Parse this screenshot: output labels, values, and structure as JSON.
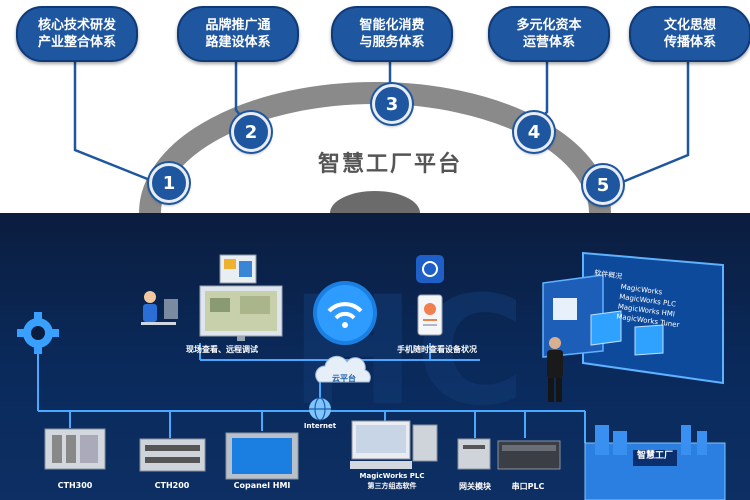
{
  "top": {
    "platform_title": "智慧工厂平台",
    "items": [
      {
        "number": "1",
        "label": "核心技术研发\n产业整合体系"
      },
      {
        "number": "2",
        "label": "品牌推广通\n路建设体系"
      },
      {
        "number": "3",
        "label": "智能化消费\n与服务体系"
      },
      {
        "number": "4",
        "label": "多元化资本\n运营体系"
      },
      {
        "number": "5",
        "label": "文化思想\n传播体系"
      }
    ]
  },
  "bottom": {
    "remote_debug_label": "现场查看、远程调试",
    "mobile_label": "手机随时查看设备状况",
    "cloud_label": "云平台",
    "internet_label": "Internet",
    "factory_sign": "智慧工厂",
    "software_panel": {
      "title": "软件概况",
      "lines": [
        "MagicWorks",
        "MagicWorks PLC",
        "MagicWorks HMI",
        "MagicWorks Tuner"
      ]
    },
    "devices": [
      {
        "label": "CTH300"
      },
      {
        "label": "CTH200"
      },
      {
        "label": "Copanel HMI"
      },
      {
        "label": "MagicWorks PLC\n第三方组态软件"
      },
      {
        "label": "网关模块"
      },
      {
        "label": "串口PLC"
      }
    ]
  }
}
